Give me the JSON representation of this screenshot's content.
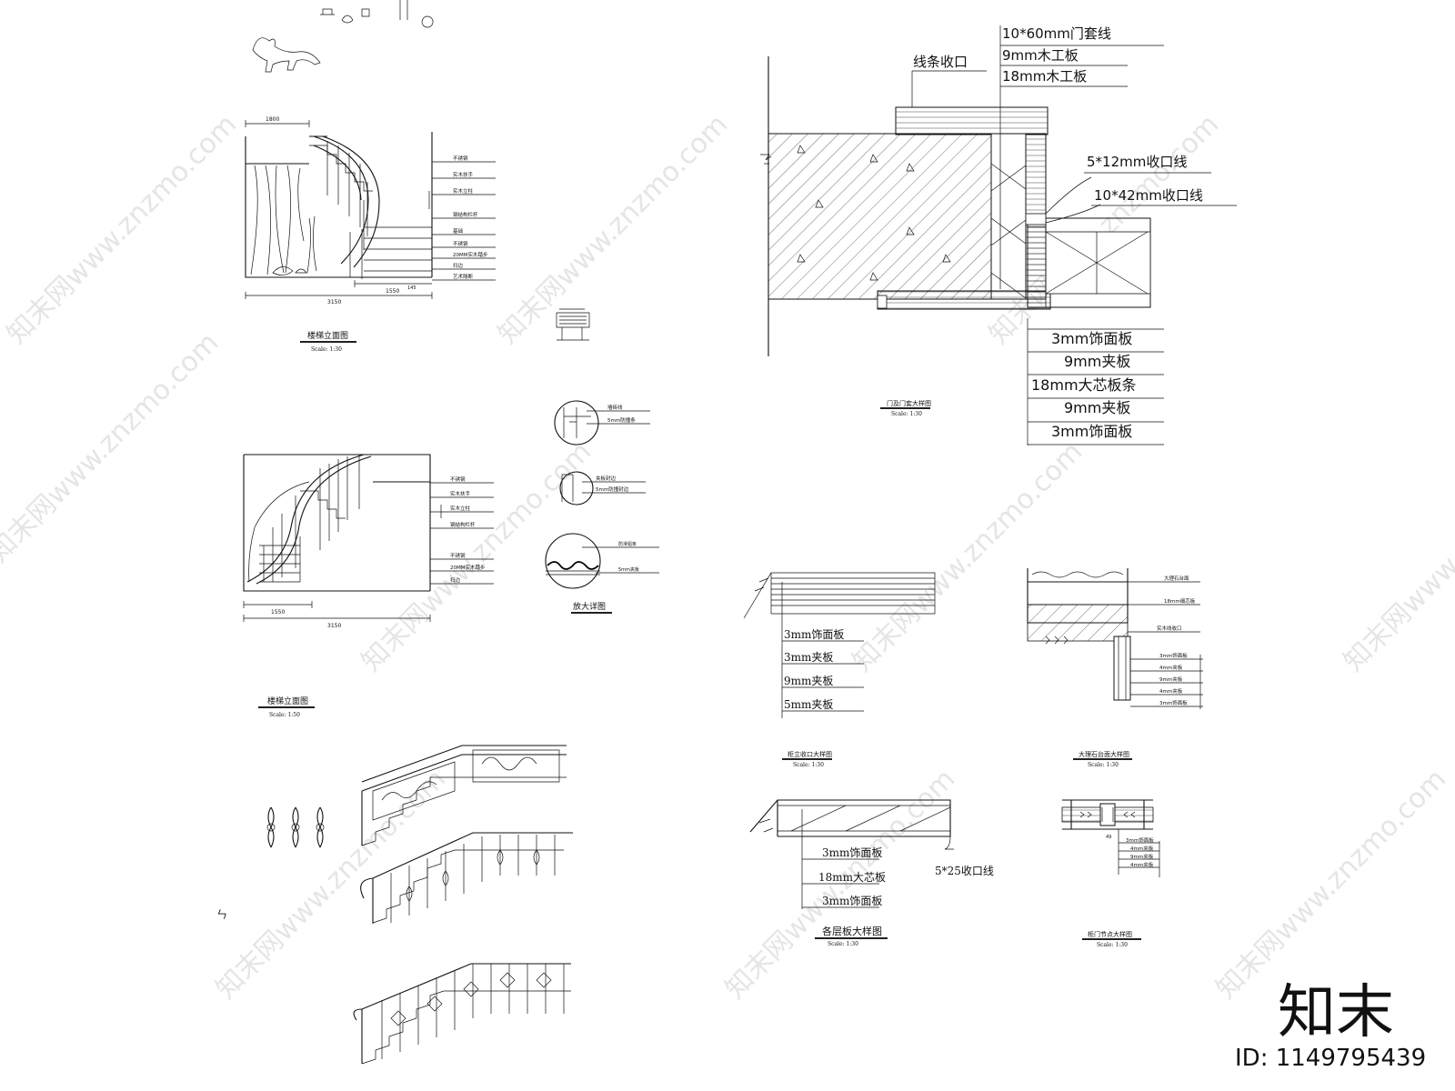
{
  "watermark": {
    "text": "知末网www.znzmo.com",
    "logo": "知末",
    "id": "ID: 1149795439"
  },
  "stair_elev_1": {
    "title": "楼梯立面图",
    "scale": "Scale:  1:30",
    "dims": {
      "top": "1800",
      "bottom_total": "3150",
      "bottom_part": "1550",
      "right_side": "145"
    },
    "labels": [
      "不锈钢",
      "实木扶手",
      "实木立柱",
      "钢结构栏杆",
      "基础",
      "不锈钢",
      "20MM实木踏步",
      "扫边",
      "艺术隔断"
    ]
  },
  "stair_elev_2": {
    "title": "楼梯立面图",
    "scale": "Scale:  1:50",
    "dims": {
      "bottom_part": "1550",
      "bottom_total": "3150"
    },
    "labels": [
      "不锈钢",
      "实木扶手",
      "实木立柱",
      "钢结构栏杆",
      "不锈钢",
      "20MM实木踏步",
      "扫边"
    ]
  },
  "detail_circles": {
    "title": "放大详图",
    "c1": [
      "墙砖线",
      "5mm防撞条"
    ],
    "c2": [
      "夹板封边",
      "5mm防撞封边"
    ],
    "c3": [
      "防滑铝条",
      "5mm夹板"
    ]
  },
  "door_section": {
    "title": "门及门套大样图",
    "scale": "Scale:  1:30",
    "left_label": "线条收口",
    "top_labels": [
      "10*60mm门套线",
      "9mm木工板",
      "18mm木工板"
    ],
    "right_labels": [
      "5*12mm收口线",
      "10*42mm收口线"
    ],
    "bottom_labels": [
      "3mm饰面板",
      "9mm夹板",
      "18mm大芯板条",
      "9mm夹板",
      "3mm饰面板"
    ]
  },
  "cabinet_edge": {
    "title": "柜立收口大样图",
    "scale": "Scale:  1:30",
    "labels": [
      "3mm饰面板",
      "3mm夹板",
      "9mm夹板",
      "5mm夹板"
    ]
  },
  "marble_top": {
    "title": "大理石台面大样图",
    "scale": "Scale:  1:30",
    "labels": [
      "大理石台面",
      "18mm细芯板",
      "实木线收口",
      "3mm饰面板",
      "4mm夹板",
      "9mm夹板",
      "4mm夹板",
      "3mm饰面板"
    ]
  },
  "layer_board": {
    "title": "各层板大样图",
    "scale": "Scale:  1:30",
    "labels": [
      "3mm饰面板",
      "18mm大芯板",
      "3mm饰面板"
    ],
    "edge_label": "5*25收口线"
  },
  "cabinet_door": {
    "title": "柜门节点大样图",
    "scale": "Scale:  1:30",
    "labels": [
      "3mm饰面板",
      "4mm夹板",
      "9mm夹板",
      "4mm夹板"
    ],
    "dim": "49"
  },
  "misc": {
    "corner_mark": "ㄣ"
  }
}
